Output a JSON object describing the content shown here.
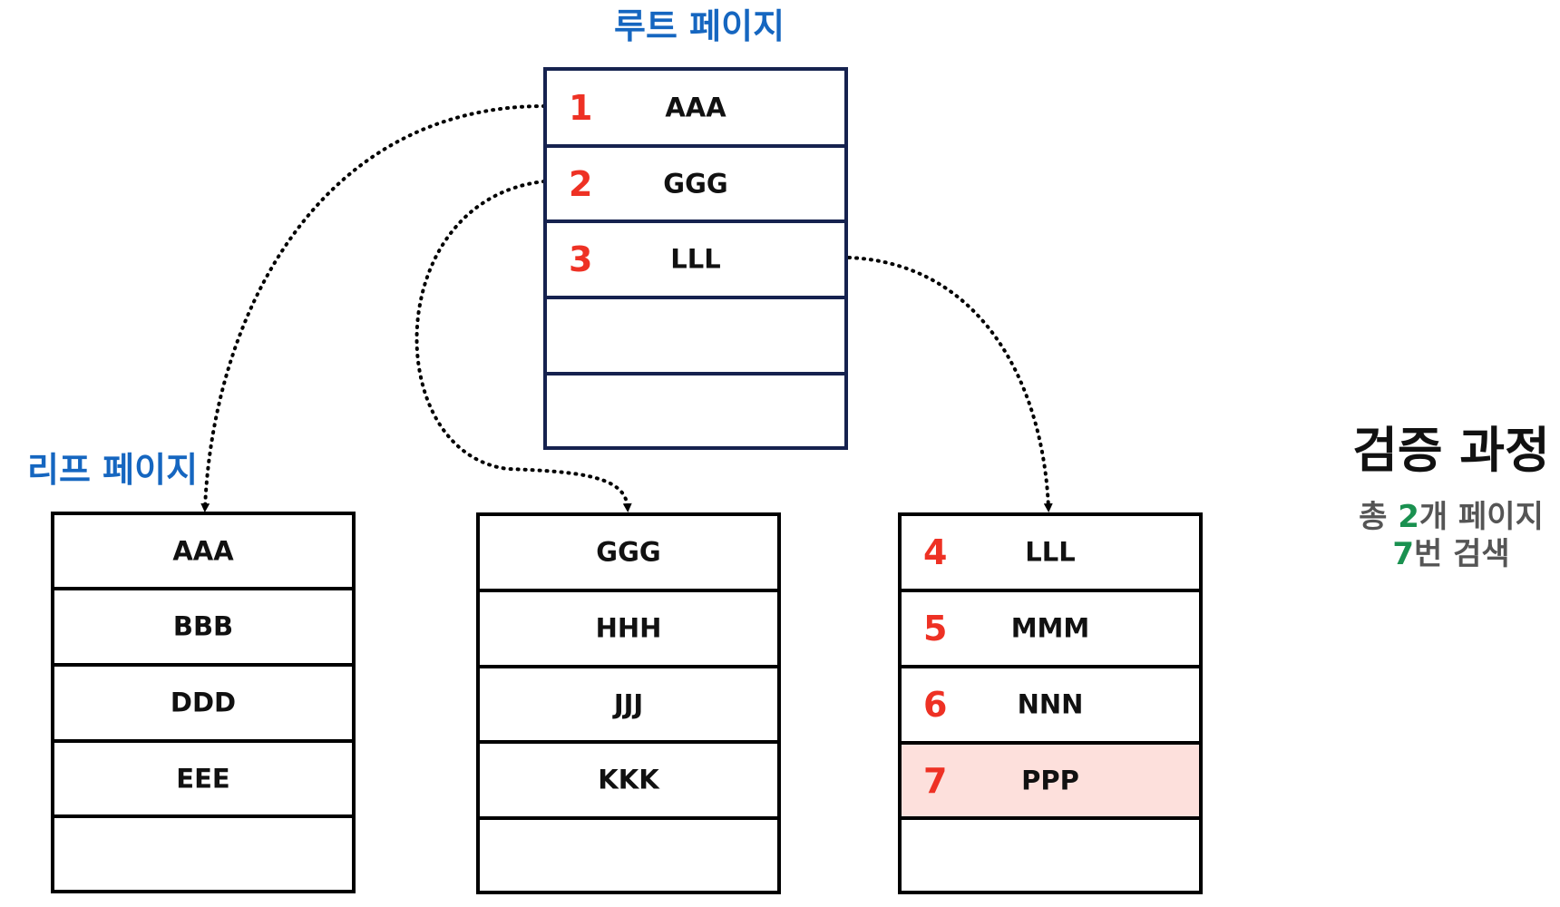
{
  "colors": {
    "label_blue": "#1566c0",
    "number_red": "#ee3124",
    "highlight_bg": "#fde0dc",
    "root_border": "#16224f",
    "accent_green": "#1a9150"
  },
  "root_page": {
    "title": "루트 페이지",
    "rows": [
      {
        "num": "1",
        "key": "AAA"
      },
      {
        "num": "2",
        "key": "GGG"
      },
      {
        "num": "3",
        "key": "LLL"
      },
      {
        "num": "",
        "key": ""
      },
      {
        "num": "",
        "key": ""
      }
    ]
  },
  "leaf_label": "리프 페이지",
  "leaf_pages": [
    {
      "rows": [
        {
          "num": "",
          "key": "AAA"
        },
        {
          "num": "",
          "key": "BBB"
        },
        {
          "num": "",
          "key": "DDD"
        },
        {
          "num": "",
          "key": "EEE"
        },
        {
          "num": "",
          "key": ""
        }
      ]
    },
    {
      "rows": [
        {
          "num": "",
          "key": "GGG"
        },
        {
          "num": "",
          "key": "HHH"
        },
        {
          "num": "",
          "key": "JJJ"
        },
        {
          "num": "",
          "key": "KKK"
        },
        {
          "num": "",
          "key": ""
        }
      ]
    },
    {
      "rows": [
        {
          "num": "4",
          "key": "LLL"
        },
        {
          "num": "5",
          "key": "MMM"
        },
        {
          "num": "6",
          "key": "NNN"
        },
        {
          "num": "7",
          "key": "PPP",
          "highlight": true
        },
        {
          "num": "",
          "key": ""
        }
      ]
    }
  ],
  "summary": {
    "title": "검증 과정",
    "line1_prefix": "총 ",
    "line1_count": "2",
    "line1_suffix": "개 페이지",
    "line2_count": "7",
    "line2_suffix": "번 검색"
  }
}
